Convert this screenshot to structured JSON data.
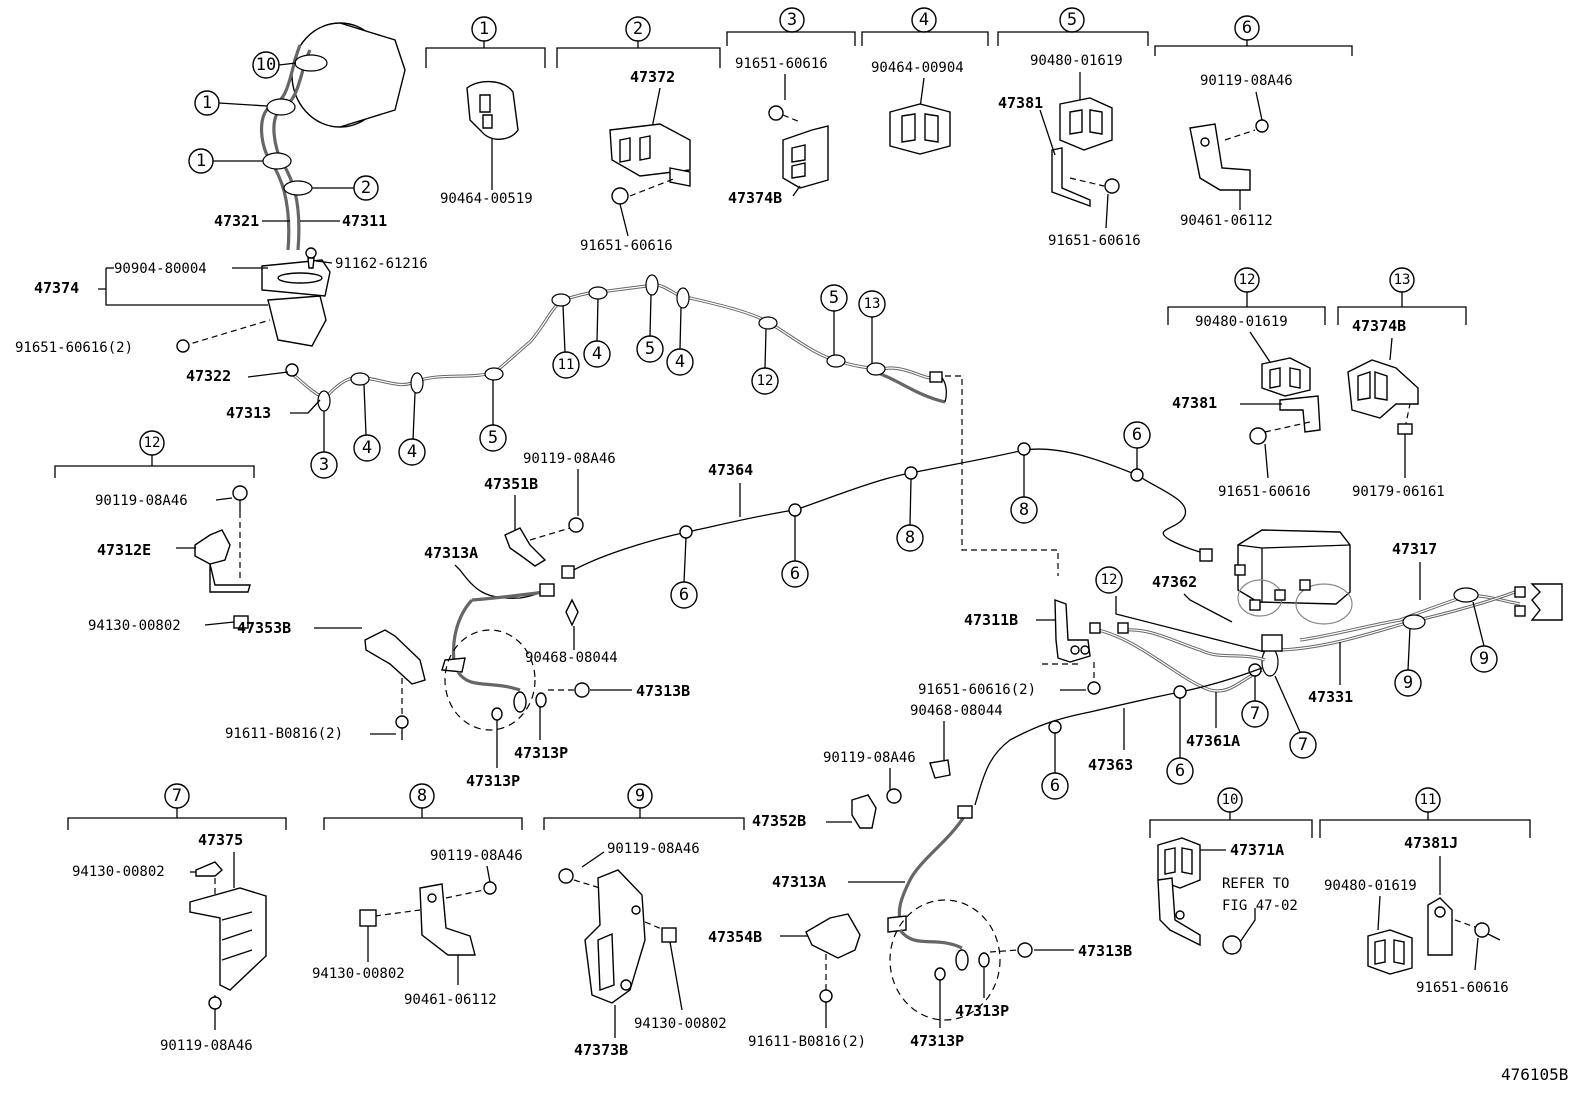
{
  "figure_id": "476105B",
  "callouts": {
    "c1a": "1",
    "c1b": "1",
    "c2": "2",
    "c10": "10",
    "cb3": "3",
    "cb4a": "4",
    "cb4b": "4",
    "cb5a": "5",
    "cb11": "11",
    "cb4c": "4",
    "cb5b": "5",
    "cb4d": "4",
    "cb12": "12",
    "cb5c": "5",
    "cb13": "13",
    "cm6a": "6",
    "cm6b": "6",
    "cm8a": "8",
    "cm8b": "8",
    "cm6c": "6",
    "cr12": "12",
    "cr7a": "7",
    "cr7b": "7",
    "cr6": "6",
    "cr6b": "6",
    "cr9a": "9",
    "cr9b": "9"
  },
  "groups": {
    "g1": {
      "header": "1",
      "parts": [
        "90464-00519"
      ]
    },
    "g2": {
      "header": "2",
      "parts": [
        "47372",
        "91651-60616"
      ]
    },
    "g3": {
      "header": "3",
      "parts": [
        "91651-60616",
        "47374B"
      ]
    },
    "g4": {
      "header": "4",
      "parts": [
        "90464-00904"
      ]
    },
    "g5": {
      "header": "5",
      "parts": [
        "90480-01619",
        "47381",
        "91651-60616"
      ]
    },
    "g6": {
      "header": "6",
      "parts": [
        "90119-08A46",
        "90461-06112"
      ]
    },
    "g12a": {
      "header": "12",
      "parts": [
        "90119-08A46",
        "47312E",
        "94130-00802"
      ]
    },
    "g12b": {
      "header": "12",
      "parts": [
        "90480-01619",
        "47381",
        "91651-60616"
      ]
    },
    "g13": {
      "header": "13",
      "parts": [
        "47374B",
        "90179-06161"
      ]
    },
    "g7": {
      "header": "7",
      "parts": [
        "47375",
        "94130-00802",
        "90119-08A46"
      ]
    },
    "g8": {
      "header": "8",
      "parts": [
        "90119-08A46",
        "94130-00802",
        "90461-06112"
      ]
    },
    "g9": {
      "header": "9",
      "parts": [
        "90119-08A46",
        "94130-00802",
        "47373B"
      ]
    },
    "g10": {
      "header": "10",
      "parts": [
        "47371A"
      ],
      "note1": "REFER TO",
      "note2": "FIG 47-02"
    },
    "g11": {
      "header": "11",
      "parts": [
        "47381J",
        "90480-01619",
        "91651-60616"
      ]
    }
  },
  "labels": {
    "p47321": "47321",
    "p47311": "47311",
    "p90904": "90904-80004",
    "p91162": "91162-61216",
    "p47374": "47374",
    "p91651a": "91651-60616(2)",
    "p47322": "47322",
    "p47313": "47313",
    "p47364": "47364",
    "p90119m": "90119-08A46",
    "p47351B": "47351B",
    "p47313A": "47313A",
    "p47353B": "47353B",
    "p90468a": "90468-08044",
    "p47313B": "47313B",
    "p91611a": "91611-B0816(2)",
    "p47313Pa": "47313P",
    "p47313Pb": "47313P",
    "p47362": "47362",
    "p47317": "47317",
    "p47311B": "47311B",
    "p47331": "47331",
    "p91651b": "91651-60616(2)",
    "p47361A": "47361A",
    "p90468b": "90468-08044",
    "p47363": "47363",
    "p90119n": "90119-08A46",
    "p47352B": "47352B",
    "p47313A2": "47313A",
    "p47354B": "47354B",
    "p47313B2": "47313B",
    "p47313P2a": "47313P",
    "p47313P2b": "47313P",
    "p91611b": "91611-B0816(2)"
  }
}
